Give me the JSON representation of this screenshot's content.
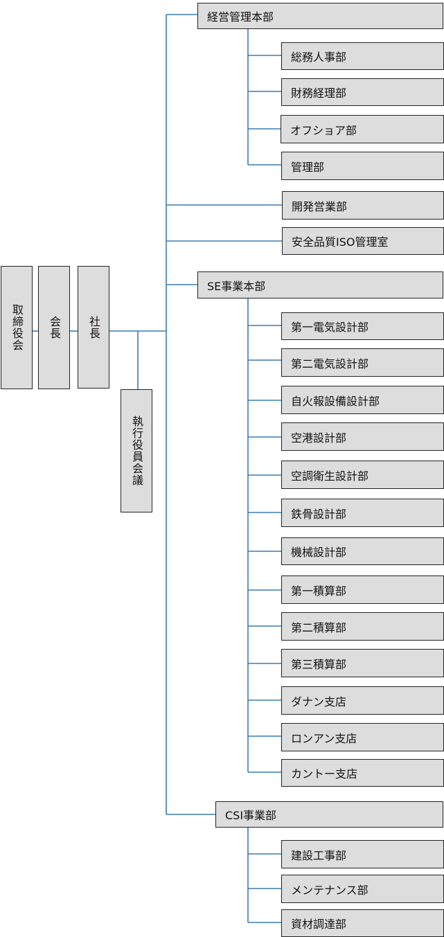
{
  "colors": {
    "line": "#3a7bb0",
    "box_fill": "#dddddd",
    "box_border": "#222222"
  },
  "top": {
    "board": "取締役会",
    "chairman": "会長",
    "president": "社長",
    "executive_council": "執行役員会議"
  },
  "divisions": [
    {
      "name": "経営管理本部",
      "departments": [
        "総務人事部",
        "財務経理部",
        "オフショア部",
        "管理部"
      ]
    },
    {
      "name": "開発営業部",
      "departments": []
    },
    {
      "name": "安全品質ISO管理室",
      "departments": []
    },
    {
      "name": "SE事業本部",
      "departments": [
        "第一電気設計部",
        "第二電気設計部",
        "自火報設備設計部",
        "空港設計部",
        "空調衛生設計部",
        "鉄骨設計部",
        "機械設計部",
        "第一積算部",
        "第二積算部",
        "第三積算部",
        "ダナン支店",
        "ロンアン支店",
        "カントー支店"
      ]
    },
    {
      "name": "CSI事業部",
      "departments": [
        "建設工事部",
        "メンテナンス部",
        "資材調達部"
      ]
    }
  ]
}
